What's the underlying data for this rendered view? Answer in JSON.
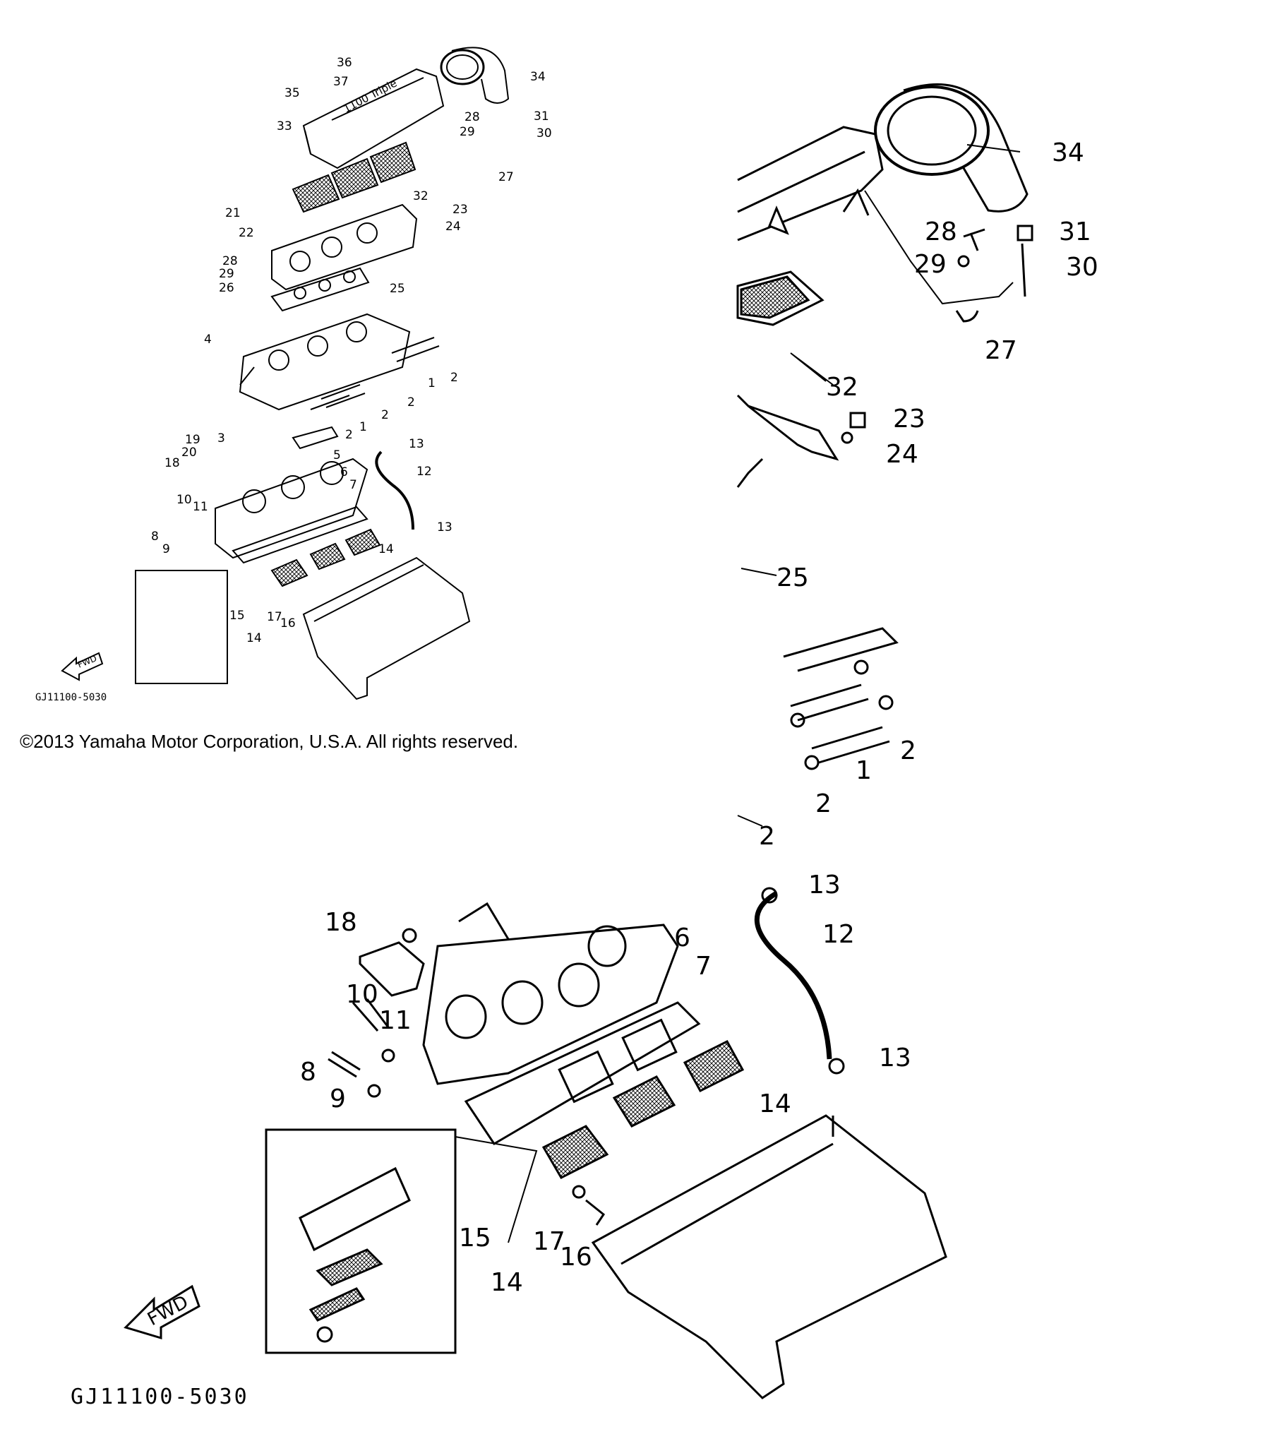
{
  "copyright": "©2013 Yamaha Motor Corporation, U.S.A. All rights reserved.",
  "drawing_code": "GJ11100-5030",
  "fwd_label": "FWD",
  "cover_marking": "1100 Triple",
  "part_callouts": [
    "1",
    "2",
    "3",
    "4",
    "5",
    "6",
    "7",
    "8",
    "9",
    "10",
    "11",
    "12",
    "13",
    "14",
    "15",
    "16",
    "17",
    "18",
    "19",
    "20",
    "21",
    "22",
    "23",
    "24",
    "25",
    "26",
    "27",
    "28",
    "29",
    "30",
    "31",
    "32",
    "33",
    "34",
    "35",
    "36",
    "37"
  ]
}
